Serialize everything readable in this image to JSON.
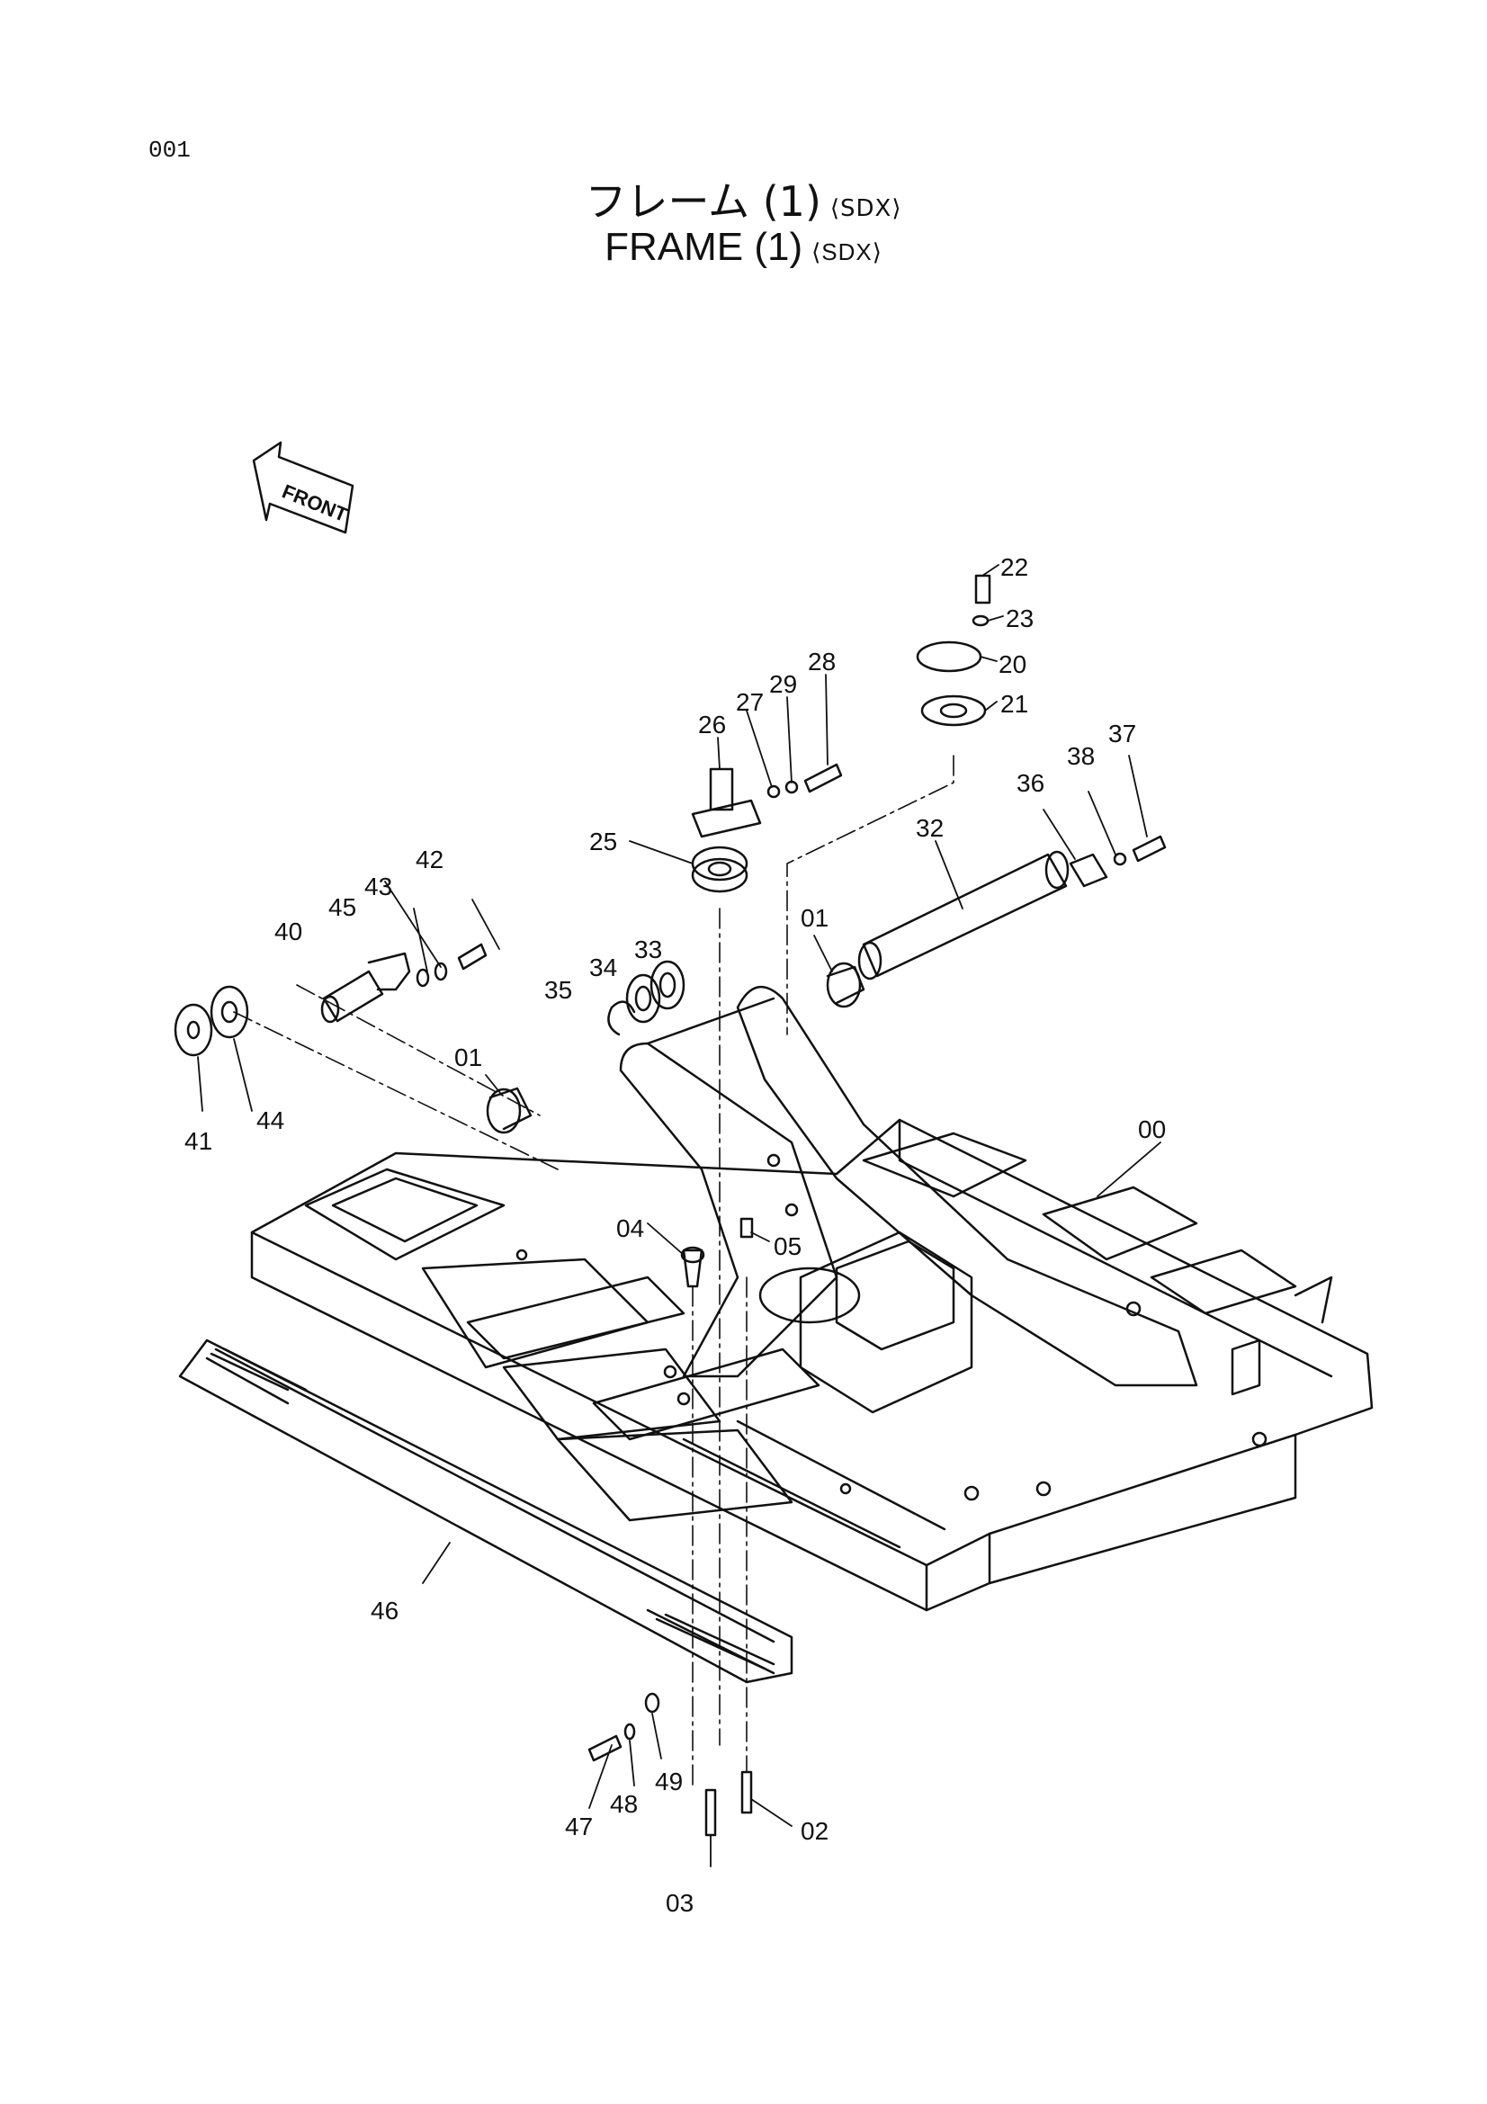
{
  "page_number": "001",
  "title_jp": {
    "main": "フレーム (1)",
    "variant": "⟨SDX⟩"
  },
  "title_en": {
    "main": "FRAME (1)",
    "variant": "⟨SDX⟩"
  },
  "front_marker": "FRONT",
  "part_labels": [
    "00",
    "01",
    "01",
    "02",
    "03",
    "04",
    "05",
    "20",
    "21",
    "22",
    "23",
    "25",
    "26",
    "27",
    "28",
    "29",
    "32",
    "33",
    "34",
    "35",
    "36",
    "37",
    "38",
    "40",
    "41",
    "42",
    "43",
    "44",
    "45",
    "46",
    "47",
    "48",
    "49"
  ]
}
